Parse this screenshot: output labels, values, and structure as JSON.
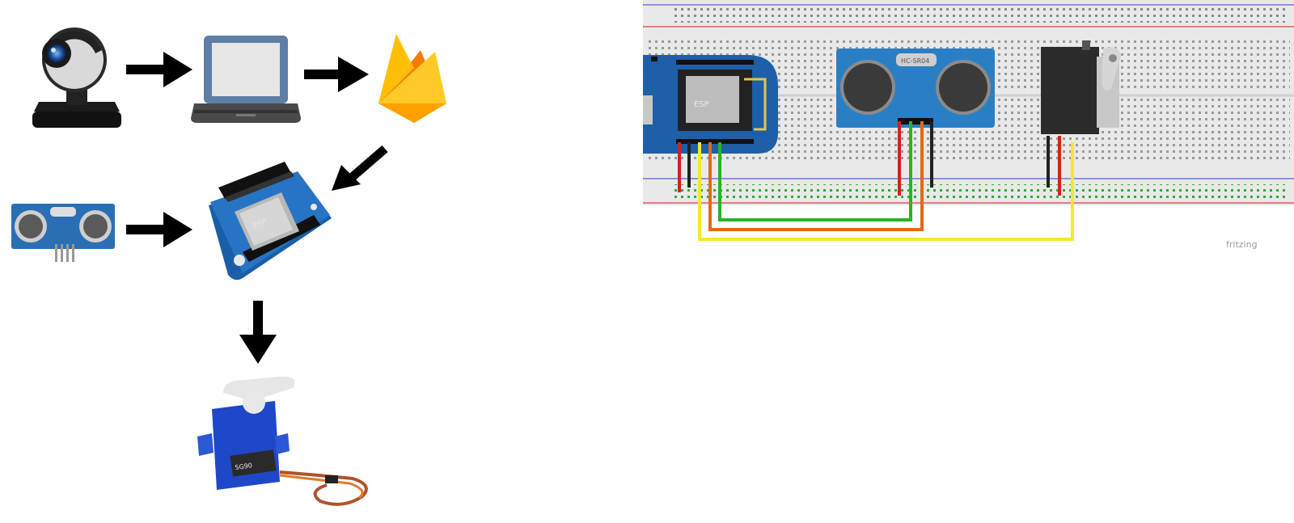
{
  "diagram": {
    "nodes": [
      {
        "id": "webcam",
        "icon": "webcam-icon"
      },
      {
        "id": "laptop",
        "icon": "laptop-icon"
      },
      {
        "id": "firebase",
        "icon": "firebase-icon"
      },
      {
        "id": "ultrasonic",
        "icon": "ultrasonic-sensor-icon"
      },
      {
        "id": "esp8266",
        "icon": "wemos-d1-mini-icon"
      },
      {
        "id": "servo",
        "icon": "servo-motor-icon"
      }
    ],
    "edges": [
      {
        "from": "webcam",
        "to": "laptop"
      },
      {
        "from": "laptop",
        "to": "firebase"
      },
      {
        "from": "firebase",
        "to": "esp8266"
      },
      {
        "from": "ultrasonic",
        "to": "esp8266"
      },
      {
        "from": "esp8266",
        "to": "servo"
      }
    ]
  },
  "breadboard": {
    "sensor_label": "HC-SR04",
    "credit_text": "fritzing"
  },
  "colors": {
    "arrow": "#000000",
    "board_blue": "#1d5fa8",
    "sensor_blue": "#2a7fc4",
    "firebase_orange": "#f6a71b",
    "firebase_yellow": "#ffcb2d",
    "wire_red": "#d42020",
    "wire_black": "#222222",
    "wire_green": "#25b425",
    "wire_orange": "#e06a15",
    "wire_yellow": "#f3e82a"
  }
}
